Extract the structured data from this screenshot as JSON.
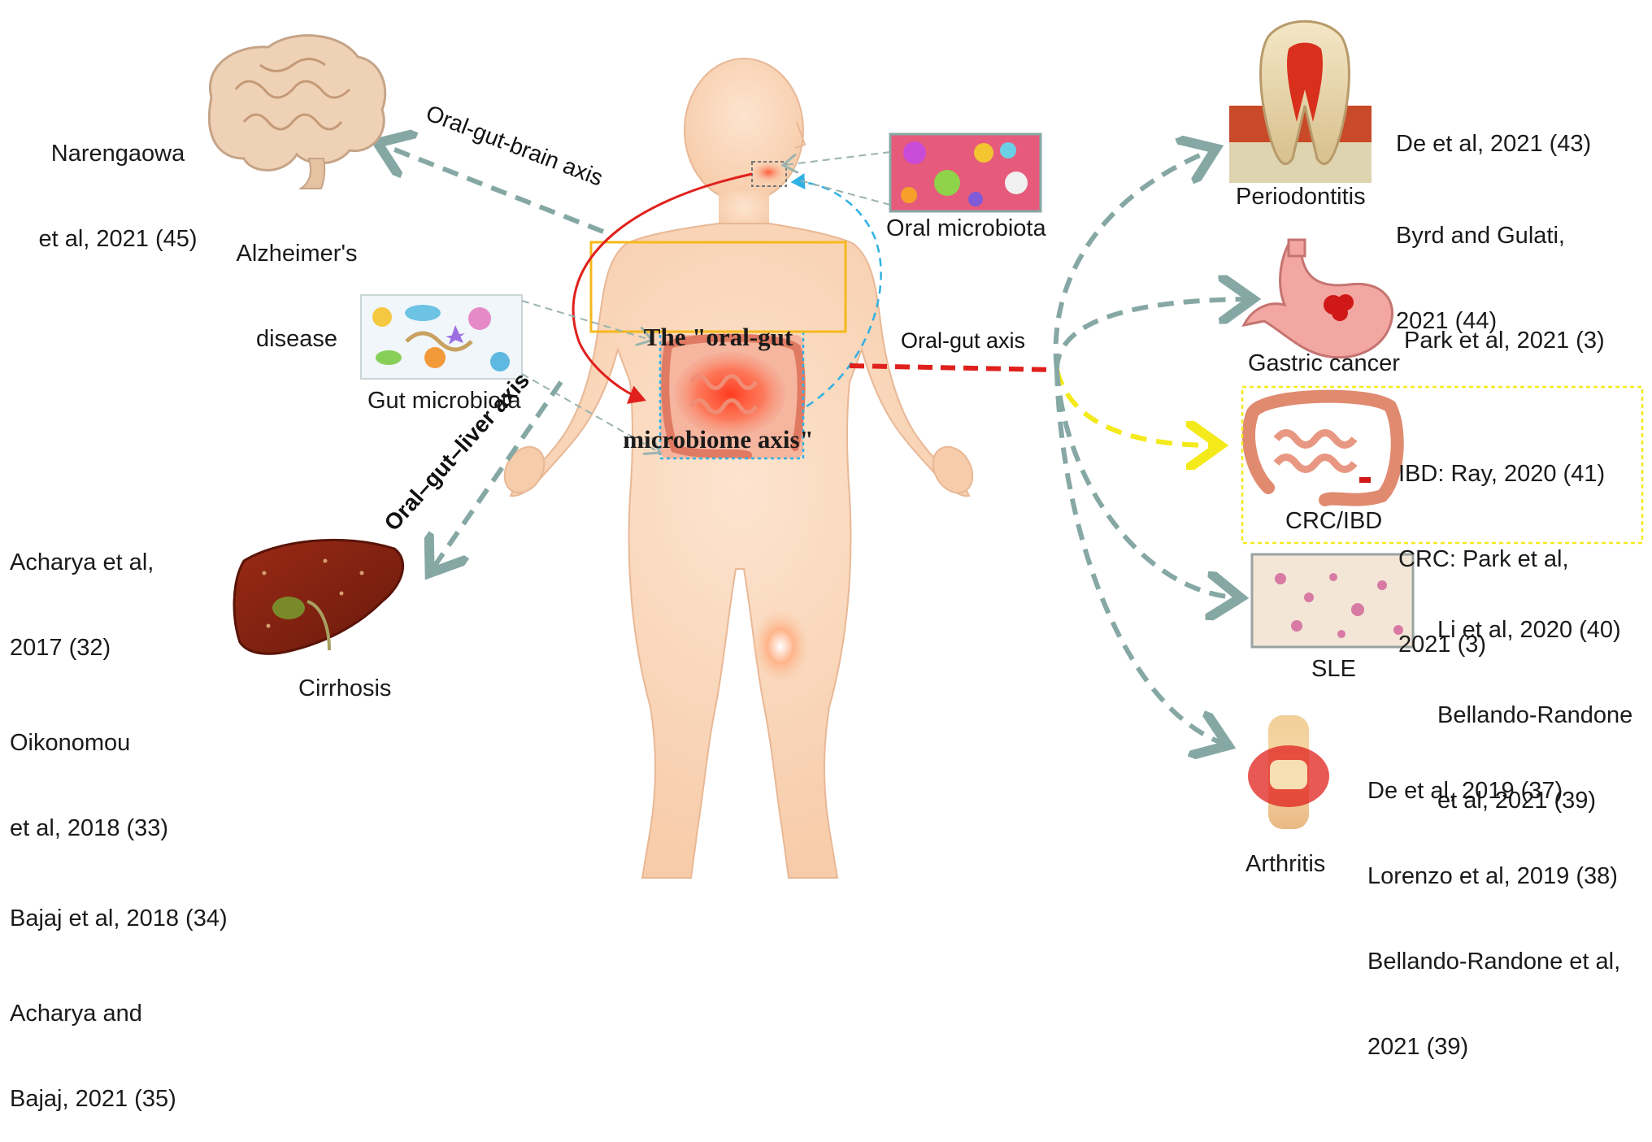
{
  "title": {
    "line1": "The \"oral-gut",
    "line2": "microbiome axis\""
  },
  "axes": {
    "brain": "Oral-gut-brain axis",
    "liver": "Oral–gut–liver axis",
    "gut": "Oral-gut axis"
  },
  "microbiota": {
    "oral": "Oral microbiota",
    "gut": "Gut microbiota"
  },
  "diseases": {
    "alzheimers": {
      "label_line1": "Alzheimer's",
      "label_line2": "disease",
      "refs": [
        "Narengaowa",
        "et al, 2021 (45)"
      ]
    },
    "cirrhosis": {
      "label": "Cirrhosis",
      "refs": [
        "Acharya et al,",
        "2017 (32)",
        "Oikonomou",
        "et al, 2018 (33)",
        "Bajaj et al, 2018 (34)",
        "Acharya and",
        "Bajaj, 2021 (35)"
      ]
    },
    "periodontitis": {
      "label": "Periodontitis",
      "refs": [
        "De et al, 2021 (43)",
        "Byrd and Gulati,",
        "2021 (44)"
      ]
    },
    "gastric": {
      "label": "Gastric cancer",
      "refs": [
        "Park et al, 2021 (3)"
      ]
    },
    "crc_ibd": {
      "label": "CRC/IBD",
      "refs": [
        "IBD: Ray, 2020 (41)",
        "CRC: Park et al,",
        "2021 (3)"
      ]
    },
    "sle": {
      "label": "SLE",
      "refs": [
        "Li et al, 2020 (40)",
        "Bellando-Randone",
        "et al, 2021 (39)"
      ]
    },
    "arthritis": {
      "label": "Arthritis",
      "refs": [
        "De et al, 2019 (37)",
        "Lorenzo et al, 2019 (38)",
        "Bellando-Randone et al,",
        "2021 (39)"
      ]
    }
  },
  "colors": {
    "skin": "#fbd9bf",
    "skin_edge": "#e8b896",
    "arrow_grey": "#86a8a4",
    "arrow_red": "#e0201c",
    "arrow_yellow": "#f4ea1b",
    "arrow_blue": "#2fb1e3",
    "title_box": "#f6b81c",
    "crc_box": "#f4ea1b"
  }
}
